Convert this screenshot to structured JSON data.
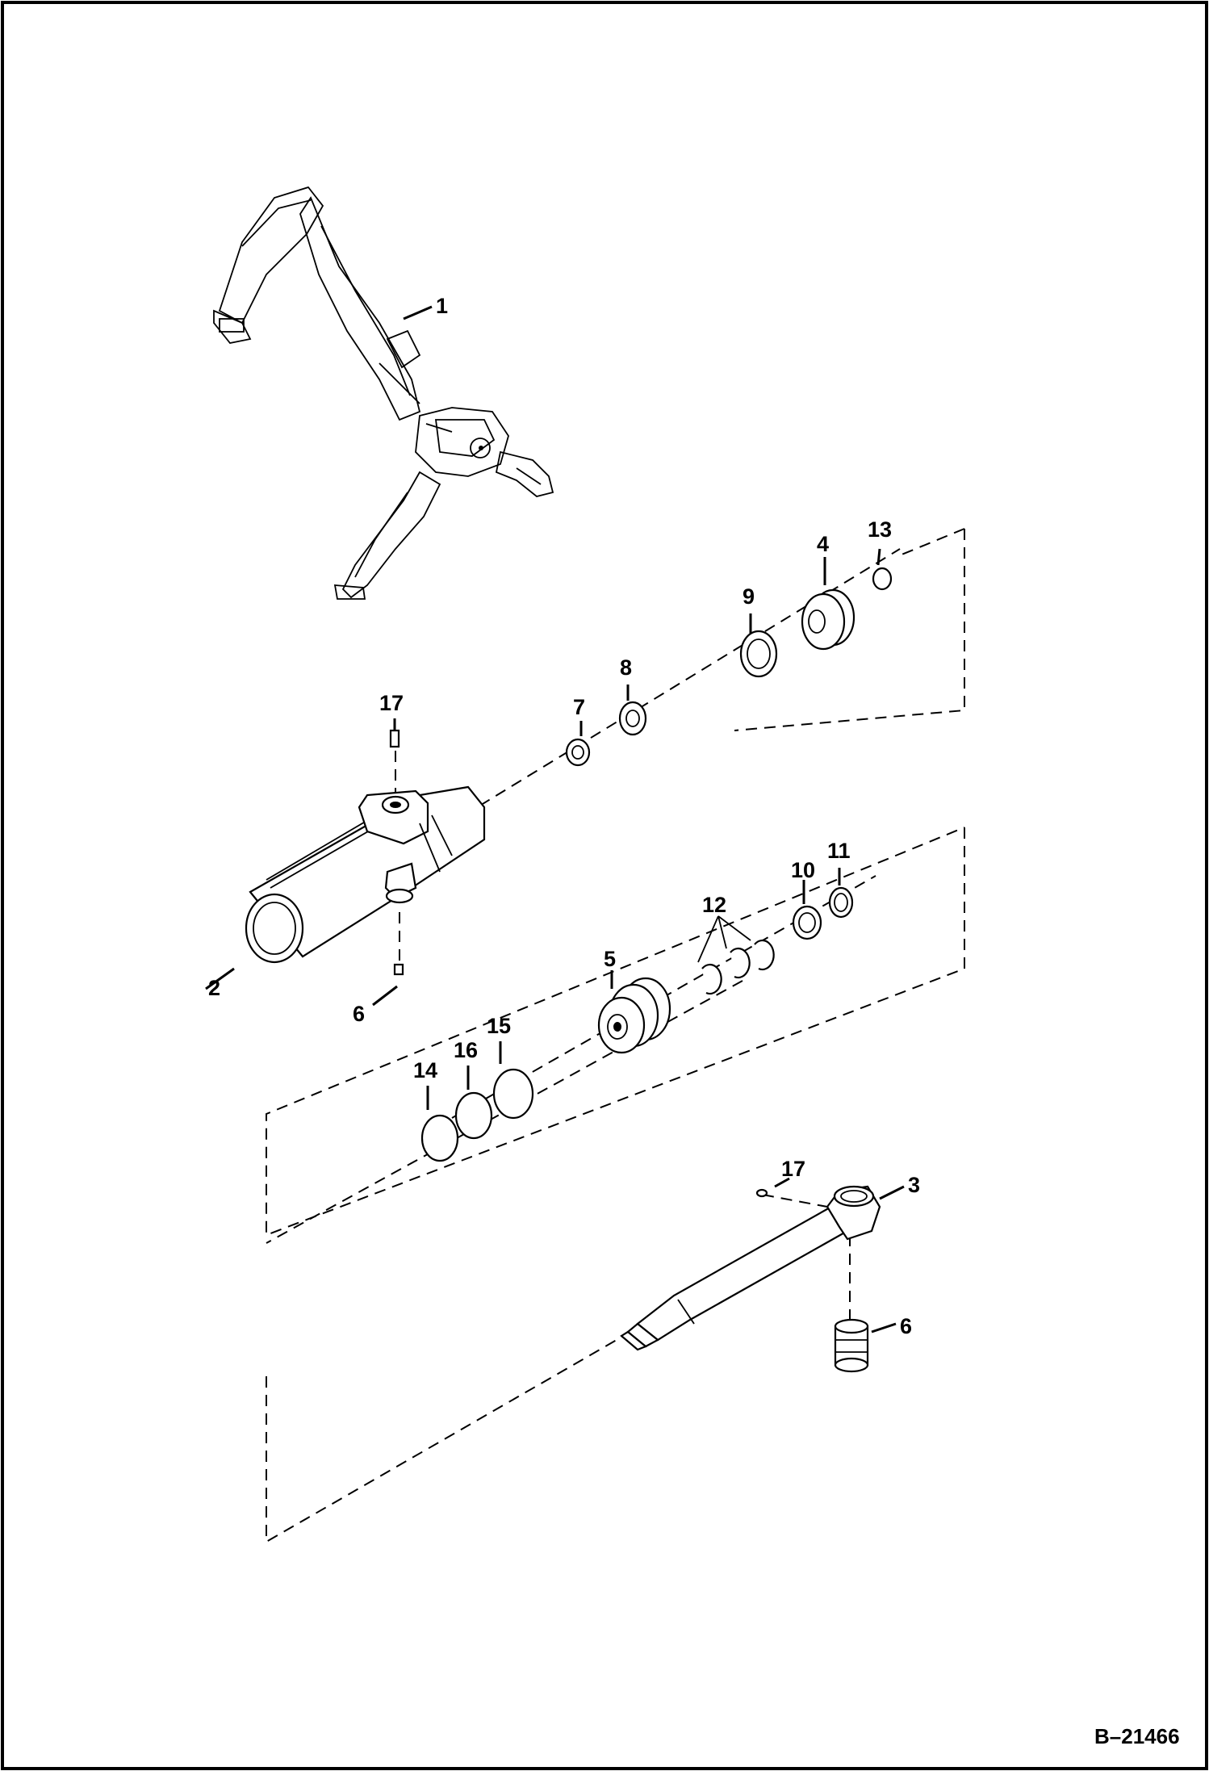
{
  "callouts": {
    "c1": "1",
    "c2": "2",
    "c3": "3",
    "c4": "4",
    "c5": "5",
    "c6a": "6",
    "c6b": "6",
    "c7": "7",
    "c8": "8",
    "c9": "9",
    "c10": "10",
    "c11": "11",
    "c12": "12",
    "c13": "13",
    "c14": "14",
    "c15": "15",
    "c16": "16",
    "c17a": "17",
    "c17b": "17"
  },
  "document_number": "B–21466"
}
